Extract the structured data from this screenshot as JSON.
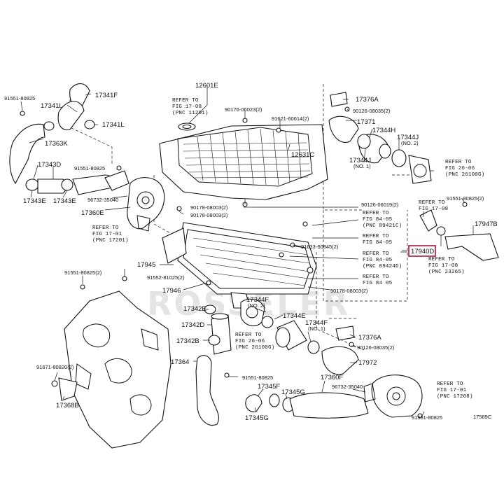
{
  "watermark": "ROSSELER",
  "figure_code": "17589C",
  "highlight_part": "17940D",
  "labels": {
    "p12601E": "12601E",
    "p17341F": "17341F",
    "p17341L_a": "17341L",
    "p17341L_b": "17341L",
    "p91551_80825_a": "91551-80825",
    "p17363K": "17363K",
    "p17343D": "17343D",
    "p91551_80825_b": "91551-80825",
    "p17343E_a": "17343E",
    "p17343E_b": "17343E",
    "p96732_35040_a": "96732-35040",
    "p17360E": "17360E",
    "p90176_06023": "90176-06023(2)",
    "p91621_60614": "91621-60614(2)",
    "p12631C": "12631C",
    "p17376A": "17376A",
    "p90126_08035_a": "90126-08035(2)",
    "p17371": "17371",
    "p17344H": "17344H",
    "p17344J_no2": "17344J",
    "no2_a": "(NO. 2)",
    "p17344J_no1": "17344J",
    "no1_a": "(NO. 1)",
    "p90126_06019": "90126-06019(2)",
    "p90178_08003_a": "90178-08003(2)",
    "p90178_08003_b": "90178-08003(2)",
    "p91551_80825_c": "91551-80825(2)",
    "p17947B": "17947B",
    "p91633_60845": "91633-60845(2)",
    "p17940D": "17940D",
    "p17945": "17945",
    "p91551_80825_d": "91551-80825(2)",
    "p91552_81025": "91552-81025(2)",
    "p17946": "17946",
    "p90178_08003_c": "90178-08003(2)",
    "p17344F_no2": "17344F",
    "no2_b": "(NO. 2)",
    "p17342E": "17342E",
    "p17344E": "17344E",
    "p17342D": "17342D",
    "p17344F_no1": "17344F",
    "no1_b": "(NO. 1)",
    "p17376A_b": "17376A",
    "p90126_08035_b": "90126-08035(2)",
    "p17342B": "17342B",
    "p17972": "17972",
    "p17364": "17364",
    "p91671_80820": "91671-80820(2)",
    "p91551_80825_e": "91551-80825",
    "p17360F": "17360F",
    "p17345F": "17345F",
    "p17345G_a": "17345G",
    "p96732_35040_b": "96732-35040",
    "p17368B": "17368B",
    "p17345G_b": "17345G",
    "p91551_80825_f": "91551-80825"
  },
  "refs": {
    "r_fig17_08_top": [
      "REFER TO",
      "FIG 17-08",
      "(PNC 11291)"
    ],
    "r_fig17_01_left": [
      "REFER TO",
      "FIG 17-01",
      "(PNC 17201)"
    ],
    "r_fig26_06_top": [
      "REFER TO",
      "FIG 26-06",
      "(PNC 26100G)"
    ],
    "r_fig17_08_right": [
      "REFER TO",
      "FIG 17-08"
    ],
    "r_fig84_05_a": [
      "REFER TO",
      "FIG 84-05",
      "(PNC 89421C)"
    ],
    "r_fig84_05_b": [
      "REFER TO",
      "FIG 84-05"
    ],
    "r_fig84_05_c": [
      "REFER TO",
      "FIG 84-05",
      "(PNC 89424D)"
    ],
    "r_fig84_05_d": [
      "REFER TO",
      "FIG 84 05"
    ],
    "r_fig17_08_c": [
      "REFER TO",
      "FIG 17-08",
      "(PNC 23265)"
    ],
    "r_fig26_06_mid": [
      "REFER TO",
      "FIG 26-06",
      "(PNC 26100G)"
    ],
    "r_fig17_01_right": [
      "REFER TO",
      "FIG 17-01",
      "(PNC 17208)"
    ]
  }
}
